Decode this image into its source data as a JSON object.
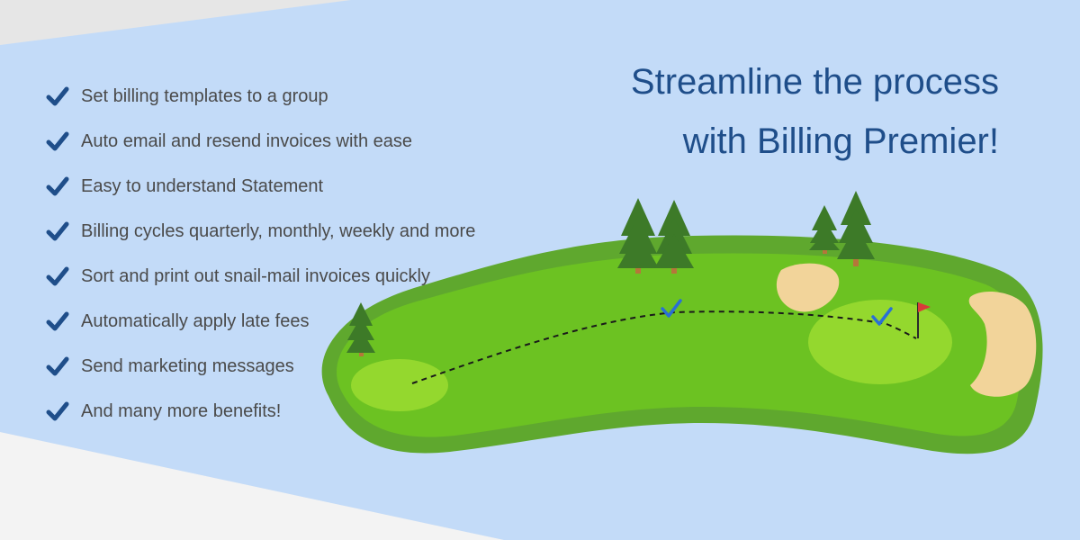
{
  "headline": {
    "line1": "Streamline the process",
    "line2": "with Billing Premier!"
  },
  "benefits": [
    {
      "label": "Set billing templates to a group",
      "icon": "checkmark-icon"
    },
    {
      "label": "Auto email and resend invoices with ease",
      "icon": "checkmark-icon"
    },
    {
      "label": "Easy to understand Statement",
      "icon": "checkmark-icon"
    },
    {
      "label": "Billing cycles quarterly, monthly, weekly and more",
      "icon": "checkmark-icon"
    },
    {
      "label": "Sort and print out snail-mail invoices quickly",
      "icon": "checkmark-icon"
    },
    {
      "label": "Automatically apply late fees",
      "icon": "checkmark-icon"
    },
    {
      "label": "Send marketing messages",
      "icon": "checkmark-icon"
    },
    {
      "label": "And many more benefits!",
      "icon": "checkmark-icon"
    }
  ],
  "colors": {
    "sky": "#c3dbf8",
    "headline": "#1f4e8a",
    "checkmark": "#1f4e8a",
    "text": "#4a4a4a",
    "rough": "#5fa82e",
    "fairway": "#6cc222",
    "tee_green": "#94d82e",
    "sand": "#f2d49a",
    "tree": "#3d7a28",
    "flag": "#d93a3a"
  },
  "illustration": {
    "name": "golf-course-hole",
    "trees": 5,
    "bunkers": 2,
    "markers": [
      "checkmark-icon",
      "checkmark-icon",
      "flag-icon"
    ]
  }
}
